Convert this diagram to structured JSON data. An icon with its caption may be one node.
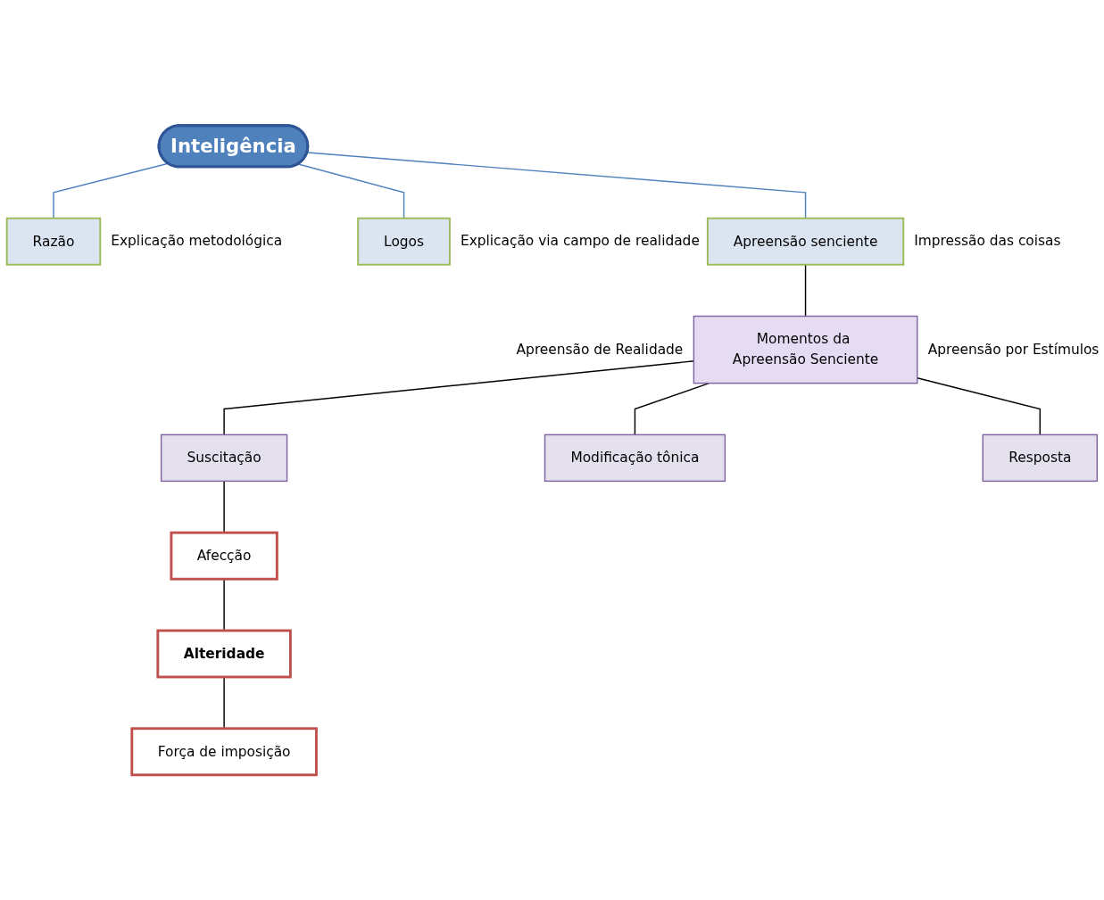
{
  "diagram": {
    "nodes": [
      {
        "text": [
          "Inteligência"
        ]
      },
      {
        "text": [
          "Razão"
        ],
        "beside": [
          "Explicação metodológica"
        ]
      },
      {
        "text": [
          "Logos"
        ],
        "beside": [
          "Explicação via campo de realidade"
        ]
      },
      {
        "text": [
          "Apreensão senciente"
        ],
        "beside": [
          "Impressão das coisas"
        ]
      },
      {
        "text": [
          "Momentos da Apreensão Senciente"
        ],
        "beside": [
          "Apreensão de Realidade",
          "Apreensão por Estímulos"
        ]
      },
      {
        "text": [
          "Suscitação"
        ]
      },
      {
        "text": [
          "Modificação tônica"
        ]
      },
      {
        "text": [
          "Resposta"
        ]
      },
      {
        "text": [
          "Afecção"
        ]
      },
      {
        "text": [
          "Alteridade"
        ]
      },
      {
        "text": [
          "Força de imposição"
        ]
      }
    ],
    "edges": [
      {
        "from": 0,
        "to": 1,
        "arrow": "none",
        "color": "#4f81bd"
      },
      {
        "from": 0,
        "to": 2,
        "arrow": "none",
        "color": "#4f81bd"
      },
      {
        "from": 0,
        "to": 3,
        "arrow": "none",
        "color": "#4f81bd"
      },
      {
        "from": 3,
        "to": 4,
        "arrow": "none"
      },
      {
        "from": 4,
        "to": 5,
        "arrow": "none"
      },
      {
        "from": 4,
        "to": 6,
        "arrow": "none"
      },
      {
        "from": 4,
        "to": 7,
        "arrow": "none"
      },
      {
        "from": 5,
        "to": 8,
        "arrow": "none"
      },
      {
        "from": 8,
        "to": 9,
        "arrow": "none"
      },
      {
        "from": 9,
        "to": 10,
        "arrow": "none"
      }
    ]
  }
}
